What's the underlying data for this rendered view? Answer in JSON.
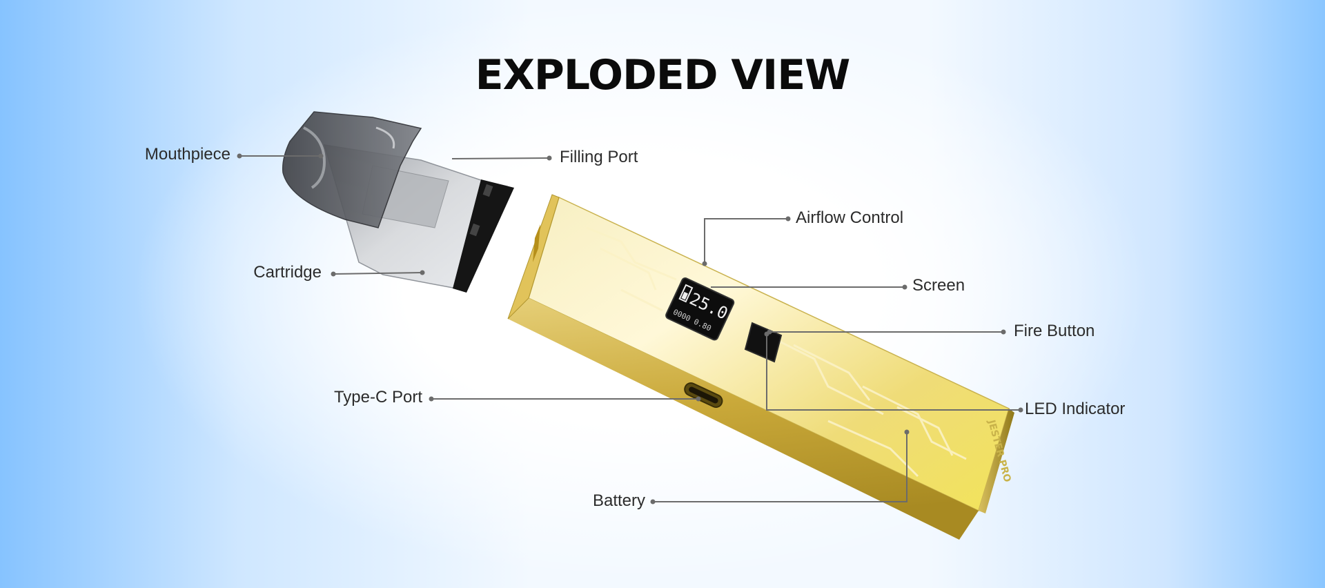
{
  "title": "EXPLODED VIEW",
  "labels": {
    "mouthpiece": "Mouthpiece",
    "filling_port": "Filling Port",
    "cartridge": "Cartridge",
    "airflow_control": "Airflow Control",
    "screen": "Screen",
    "fire_button": "Fire Button",
    "type_c_port": "Type-C Port",
    "led_indicator": "LED Indicator",
    "battery": "Battery"
  },
  "device": {
    "screen_reading": "25.0",
    "screen_sub": "0000 0.80",
    "brand": "JESTER PRO"
  },
  "colors": {
    "leader_line": "#6b6b6b",
    "gold_light": "#fff6c8",
    "gold_mid": "#e9d26a",
    "gold_dark": "#a0861f",
    "cartridge_glass": "#b8bcc2",
    "cartridge_base": "#1a1a1a"
  }
}
